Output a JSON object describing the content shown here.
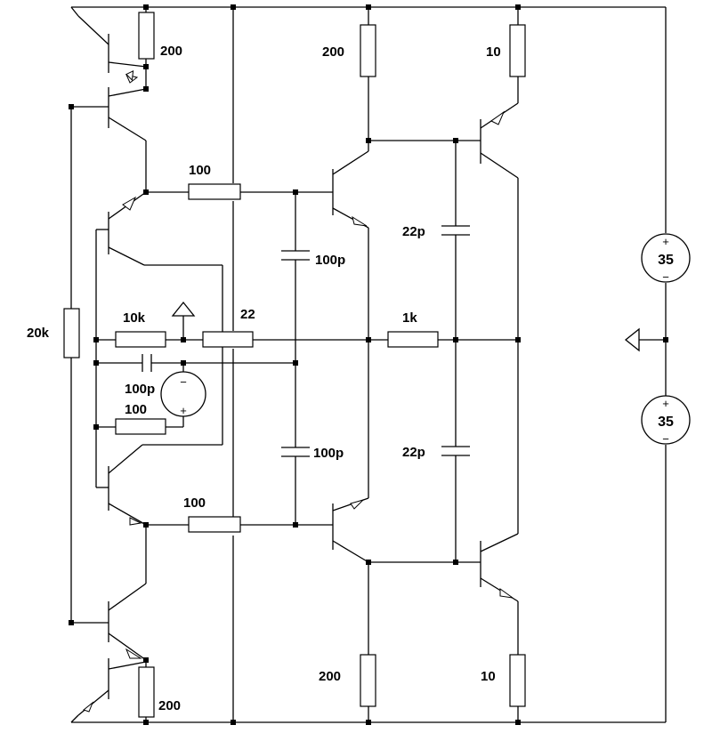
{
  "resistors": {
    "r_top_left": "200",
    "r_top_mid": "200",
    "r_top_right": "10",
    "r_base_top": "100",
    "r_feedback": "20k",
    "r_in_10k": "10k",
    "r_in_22": "22",
    "r_out_1k": "1k",
    "r_gen": "100",
    "r_base_bot": "100",
    "r_bot_left": "200",
    "r_bot_mid": "200",
    "r_bot_right": "10"
  },
  "capacitors": {
    "c_top": "100p",
    "c_in": "100p",
    "c_bot": "100p",
    "c_right_top": "22p",
    "c_right_bot": "22p"
  },
  "sources": {
    "supply_top": "35",
    "supply_bot": "35",
    "plus": "+",
    "minus": "−"
  }
}
